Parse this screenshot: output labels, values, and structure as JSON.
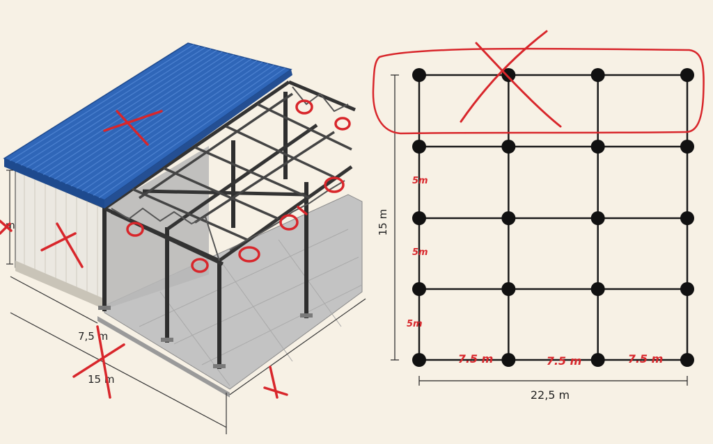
{
  "colors": {
    "background": "#f7f1e5",
    "roof": "#2f66b8",
    "roof_dark": "#1e4a8e",
    "frame": "#3a3a3a",
    "wall": "#e9e6df",
    "floor": "#bdbdbd",
    "grid_line": "#1a1a1a",
    "column": "#111111",
    "markup": "#d8262b"
  },
  "perspective": {
    "height_label": "m",
    "front_dim_top": "7,5 m",
    "front_dim_bottom": "15 m"
  },
  "plan": {
    "columns": 4,
    "rows": 5,
    "bay_width_labels": [
      "7.5 m",
      "7.5 m",
      "7.5 m"
    ],
    "bay_depth_labels": [
      "5m",
      "5m",
      "5m"
    ],
    "total_depth_label": "15 m",
    "total_width_label": "22,5 m"
  }
}
